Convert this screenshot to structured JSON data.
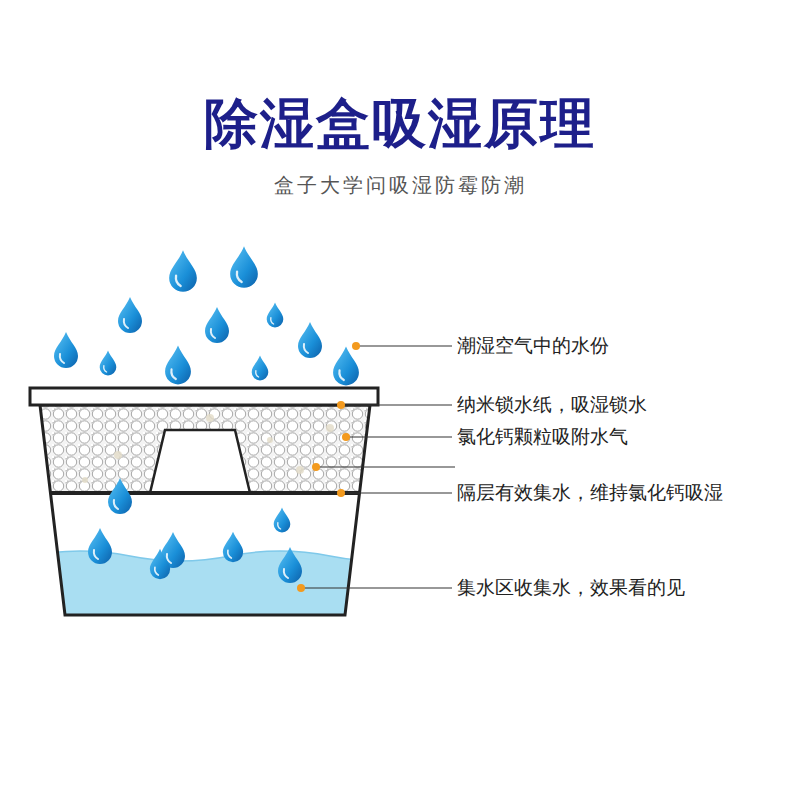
{
  "diagram": {
    "title": "除湿盒吸湿原理",
    "caption": "盒子大学问吸湿防霉防潮",
    "labels": [
      "潮湿空气中的水份",
      "纳米锁水纸，吸湿锁水",
      "氯化钙颗粒吸附水气",
      "隔层有效集水，维持氯化钙吸湿",
      "集水区收集水，效果看的见"
    ]
  }
}
